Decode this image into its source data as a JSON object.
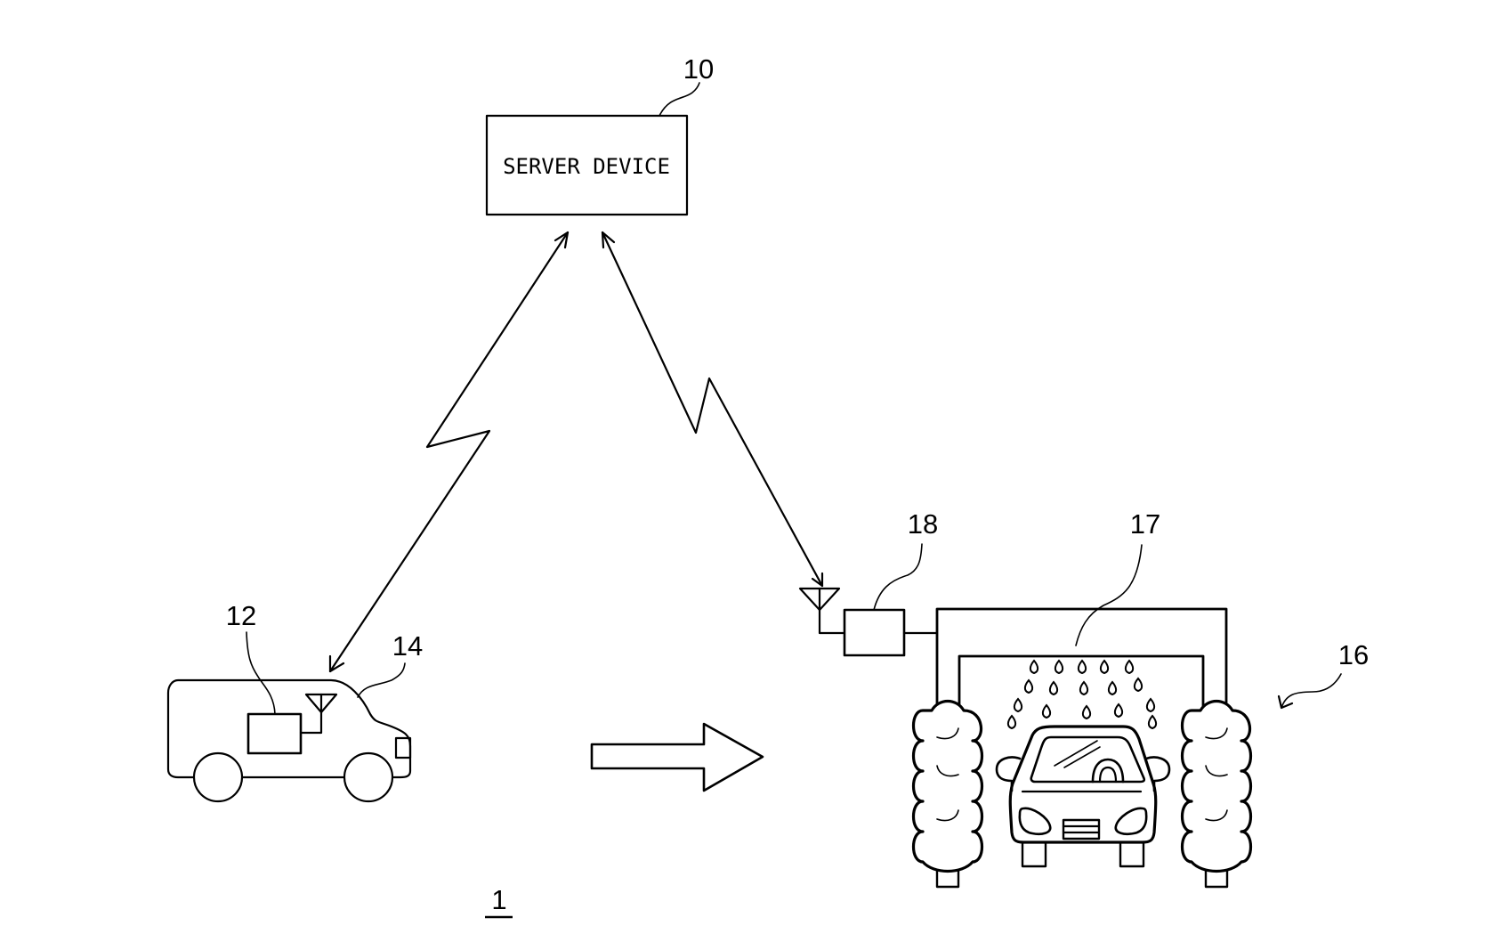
{
  "figure": {
    "system_ref": "1",
    "server": {
      "label": "SERVER DEVICE",
      "ref": "10"
    },
    "vehicle": {
      "ref": "14",
      "onboard_unit_ref": "12"
    },
    "car_wash": {
      "ref": "16",
      "gantry_ref": "17",
      "controller_ref": "18"
    }
  },
  "colors": {
    "line": "#000000",
    "background": "#ffffff"
  }
}
